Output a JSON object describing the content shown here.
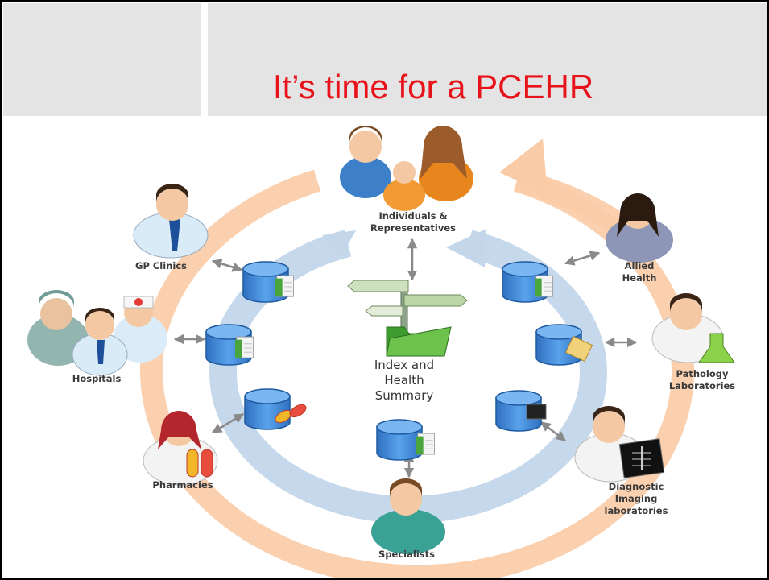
{
  "slide": {
    "title": "It’s time for a PCEHR"
  },
  "center": {
    "line1": "Index and",
    "line2": "Health",
    "line3": "Summary"
  },
  "nodes": {
    "individuals": {
      "line1": "Individuals &",
      "line2": "Representatives"
    },
    "gp": {
      "line1": "GP Clinics"
    },
    "hospitals": {
      "line1": "Hospitals"
    },
    "pharmacies": {
      "line1": "Pharmacies"
    },
    "specialists": {
      "line1": "Specialists"
    },
    "diagnostic": {
      "line1": "Diagnostic",
      "line2": "Imaging",
      "line3": "laboratories"
    },
    "pathology": {
      "line1": "Pathology",
      "line2": "Laboratories"
    },
    "allied": {
      "line1": "Allied",
      "line2": "Health"
    }
  },
  "colors": {
    "title": "#e8121a",
    "outer_ring": "#f9c9a3",
    "inner_ring": "#b8cfe6",
    "database": "#3f88d6"
  },
  "icons": [
    "database-icon",
    "signpost-icon",
    "folder-icon",
    "person-icon",
    "family-icon"
  ]
}
